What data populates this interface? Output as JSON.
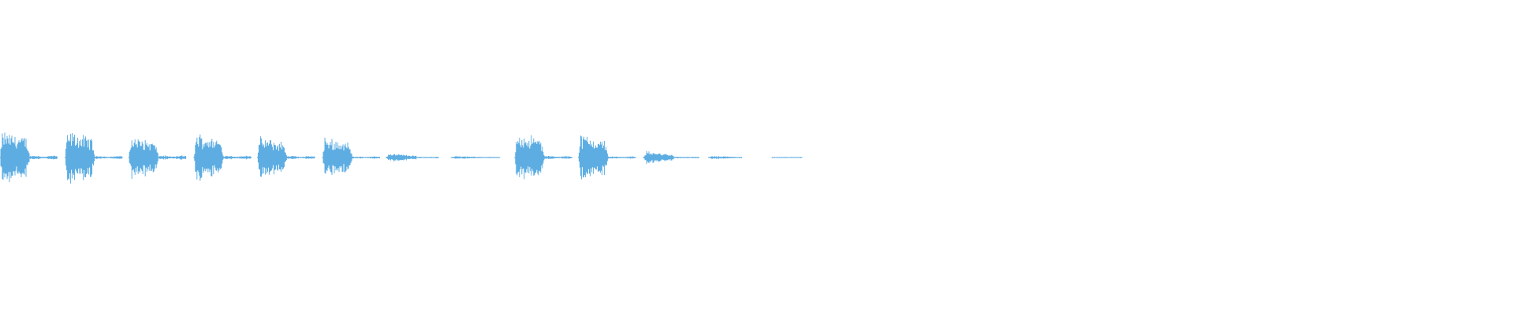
{
  "waveform": {
    "color": "#5dade2",
    "background": "#ffffff",
    "bursts": [
      {
        "start": 0.0,
        "end": 0.02,
        "amplitude": 0.52,
        "shape": "burst"
      },
      {
        "start": 0.02,
        "end": 0.038,
        "amplitude": 0.05,
        "shape": "tail"
      },
      {
        "start": 0.043,
        "end": 0.063,
        "amplitude": 0.52,
        "shape": "burst"
      },
      {
        "start": 0.063,
        "end": 0.081,
        "amplitude": 0.04,
        "shape": "tail"
      },
      {
        "start": 0.085,
        "end": 0.105,
        "amplitude": 0.42,
        "shape": "burst"
      },
      {
        "start": 0.105,
        "end": 0.123,
        "amplitude": 0.05,
        "shape": "tail"
      },
      {
        "start": 0.128,
        "end": 0.148,
        "amplitude": 0.48,
        "shape": "burst"
      },
      {
        "start": 0.148,
        "end": 0.166,
        "amplitude": 0.05,
        "shape": "tail"
      },
      {
        "start": 0.17,
        "end": 0.19,
        "amplitude": 0.4,
        "shape": "burst"
      },
      {
        "start": 0.19,
        "end": 0.208,
        "amplitude": 0.04,
        "shape": "tail"
      },
      {
        "start": 0.213,
        "end": 0.233,
        "amplitude": 0.4,
        "shape": "burst"
      },
      {
        "start": 0.233,
        "end": 0.251,
        "amplitude": 0.03,
        "shape": "tail"
      },
      {
        "start": 0.255,
        "end": 0.275,
        "amplitude": 0.09,
        "shape": "flat"
      },
      {
        "start": 0.275,
        "end": 0.29,
        "amplitude": 0.02,
        "shape": "tail"
      },
      {
        "start": 0.298,
        "end": 0.318,
        "amplitude": 0.03,
        "shape": "flat"
      },
      {
        "start": 0.318,
        "end": 0.33,
        "amplitude": 0.01,
        "shape": "tail"
      },
      {
        "start": 0.34,
        "end": 0.36,
        "amplitude": 0.5,
        "shape": "burst"
      },
      {
        "start": 0.36,
        "end": 0.378,
        "amplitude": 0.04,
        "shape": "tail"
      },
      {
        "start": 0.382,
        "end": 0.402,
        "amplitude": 0.46,
        "shape": "burst"
      },
      {
        "start": 0.402,
        "end": 0.42,
        "amplitude": 0.03,
        "shape": "tail"
      },
      {
        "start": 0.425,
        "end": 0.445,
        "amplitude": 0.13,
        "shape": "flat"
      },
      {
        "start": 0.445,
        "end": 0.462,
        "amplitude": 0.02,
        "shape": "tail"
      },
      {
        "start": 0.468,
        "end": 0.49,
        "amplitude": 0.03,
        "shape": "flat"
      },
      {
        "start": 0.51,
        "end": 0.53,
        "amplitude": 0.015,
        "shape": "dots"
      }
    ]
  }
}
